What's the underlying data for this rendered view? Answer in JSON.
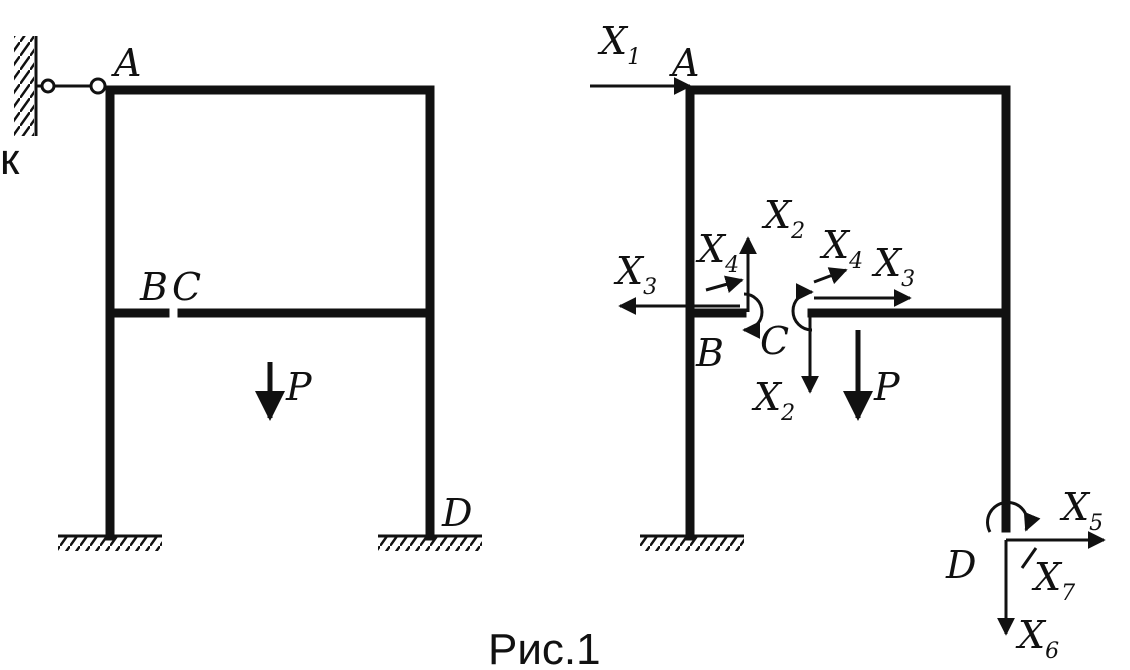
{
  "figure": {
    "caption": "Рис.1",
    "cut_text": "к",
    "left_frame": {
      "labels": {
        "A": "A",
        "B": "B",
        "C": "C",
        "D": "D",
        "P": "P"
      }
    },
    "right_frame": {
      "labels": {
        "A": "A",
        "B": "B",
        "C": "C",
        "D": "D",
        "P": "P"
      },
      "forces": [
        {
          "id": "x1",
          "letter": "X",
          "index": "1"
        },
        {
          "id": "x2_up",
          "letter": "X",
          "index": "2"
        },
        {
          "id": "x2_down",
          "letter": "X",
          "index": "2"
        },
        {
          "id": "x3_left",
          "letter": "X",
          "index": "3"
        },
        {
          "id": "x3_right",
          "letter": "X",
          "index": "3"
        },
        {
          "id": "x4_left",
          "letter": "X",
          "index": "4"
        },
        {
          "id": "x4_right",
          "letter": "X",
          "index": "4"
        },
        {
          "id": "x5",
          "letter": "X",
          "index": "5"
        },
        {
          "id": "x6",
          "letter": "X",
          "index": "6"
        },
        {
          "id": "x7",
          "letter": "X",
          "index": "7"
        }
      ]
    }
  }
}
